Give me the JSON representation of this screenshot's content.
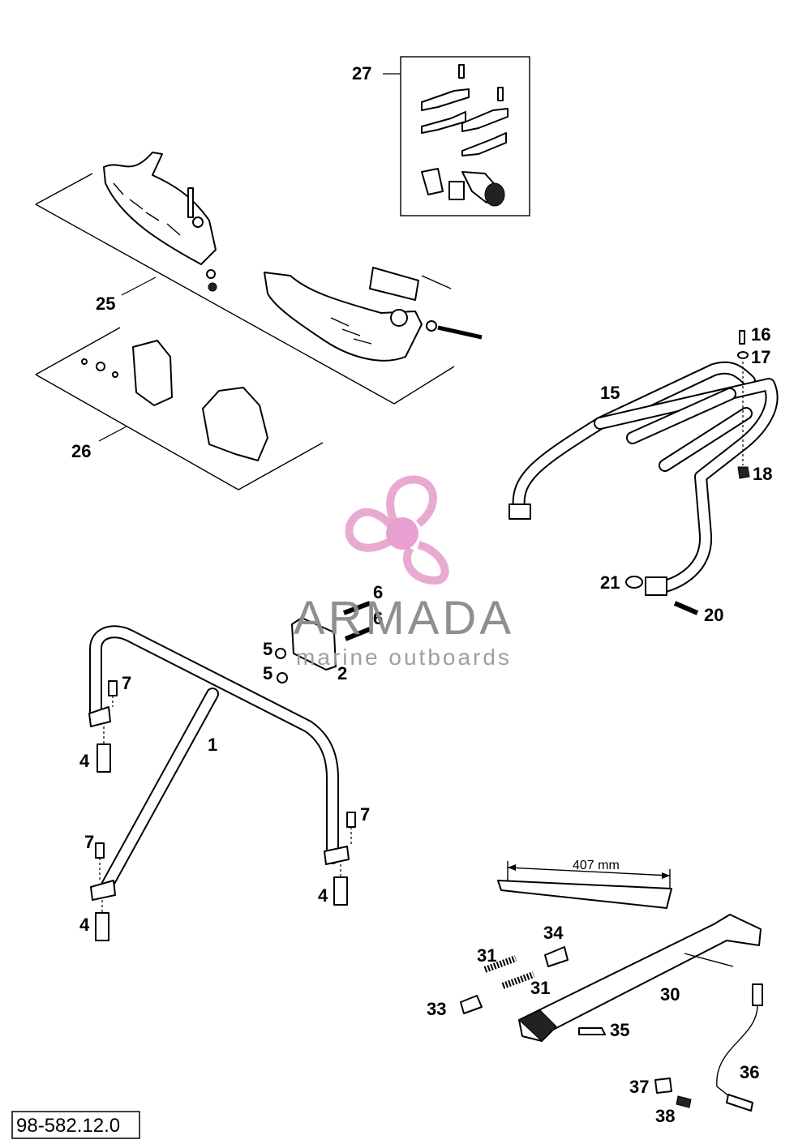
{
  "diagram_code": "98-582.12.0",
  "watermark": {
    "brand": "ARMADA",
    "tagline": "marine outboards",
    "logo_color": "#e8a6cf",
    "hub_color": "#e69bcd"
  },
  "dimension_label": "407 mm",
  "callouts": {
    "c1": "1",
    "c2": "2",
    "c4a": "4",
    "c4b": "4",
    "c4c": "4",
    "c5a": "5",
    "c5b": "5",
    "c6a": "6",
    "c6b": "6",
    "c7a": "7",
    "c7b": "7",
    "c7c": "7",
    "c15": "15",
    "c16": "16",
    "c17": "17",
    "c18": "18",
    "c20": "20",
    "c21": "21",
    "c25": "25",
    "c26": "26",
    "c27": "27",
    "c30": "30",
    "c31a": "31",
    "c31b": "31",
    "c33": "33",
    "c34": "34",
    "c35": "35",
    "c36": "36",
    "c37": "37",
    "c38": "38"
  }
}
